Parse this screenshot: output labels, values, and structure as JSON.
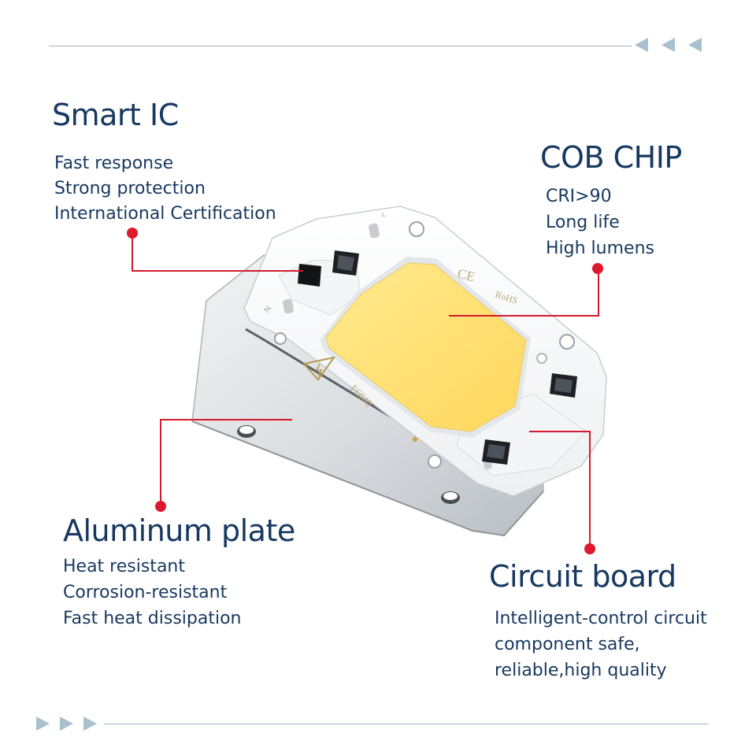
{
  "colors": {
    "heading": "#173861",
    "text": "#17385f",
    "accent_red": "#e0182c",
    "chip_yellow": "#ffe17a",
    "deco": "#a9c0cf"
  },
  "smart_ic": {
    "title": "Smart IC",
    "lines": [
      "Fast response",
      "Strong protection",
      "International Certification"
    ]
  },
  "cob_chip": {
    "title": "COB CHIP",
    "lines": [
      "CRI>90",
      "Long life",
      "High lumens"
    ]
  },
  "aluminum_plate": {
    "title": "Aluminum plate",
    "lines": [
      "Heat resistant",
      "Corrosion-resistant",
      "Fast heat dissipation"
    ]
  },
  "circuit_board": {
    "title": "Circuit board",
    "lines": [
      "Intelligent-control circuit",
      "component safe,",
      "reliable,high quality"
    ]
  },
  "board_marks": {
    "ce": "CE",
    "rohs": "RoHS",
    "model": "F6040",
    "n_mark": "N",
    "l_mark": "L"
  }
}
